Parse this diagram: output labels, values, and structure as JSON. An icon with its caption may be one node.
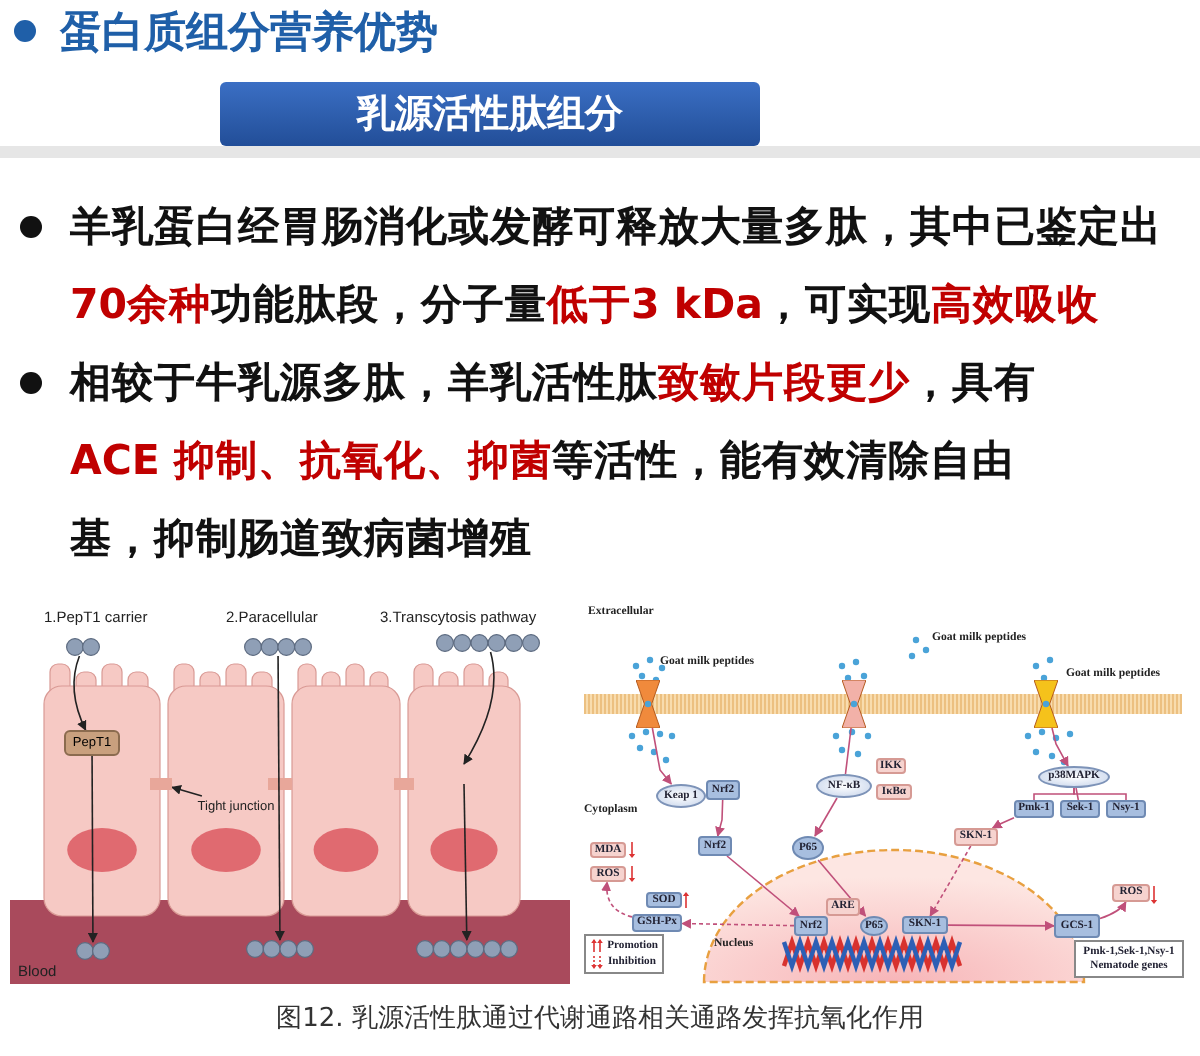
{
  "diagram": {
    "title": "蛋白质组分营养优势",
    "caption": "图12. 乳源活性肽通过代谢通路相关通路发挥抗氧化作用",
    "nodes": [
      {
        "text": [
          "乳源活性肽组分"
        ]
      },
      {
        "text": [
          "PepT1"
        ]
      },
      {
        "text": [],
        "shape": "circle"
      },
      {
        "text": [],
        "shape": "circle"
      },
      {
        "text": [],
        "shape": "circle"
      },
      {
        "text": [],
        "shape": "circle"
      },
      {
        "text": [],
        "shape": "circle"
      },
      {
        "text": [],
        "shape": "circle"
      },
      {
        "text": [
          "Tight junction"
        ]
      },
      {
        "text": [],
        "shape": "box"
      },
      {
        "text": [],
        "shape": "picture"
      },
      {
        "text": [],
        "shape": "picture"
      },
      {
        "text": [],
        "shape": "picture"
      },
      {
        "text": [
          "Keap 1"
        ]
      },
      {
        "text": [
          "Nrf2"
        ]
      },
      {
        "text": [
          "Nrf2"
        ]
      },
      {
        "text": [
          "NF-κB"
        ]
      },
      {
        "text": [
          "IKK"
        ]
      },
      {
        "text": [
          "IκBα"
        ]
      },
      {
        "text": [
          "P65"
        ]
      },
      {
        "text": [
          "p38MAPK"
        ]
      },
      {
        "text": [
          "Pmk-1"
        ]
      },
      {
        "text": [
          "Sek-1"
        ]
      },
      {
        "text": [
          "Nsy-1"
        ]
      },
      {
        "text": [
          "SKN-1"
        ]
      },
      {
        "text": [
          "MDA"
        ]
      },
      {
        "text": [
          "ROS"
        ]
      },
      {
        "text": [
          "SOD"
        ]
      },
      {
        "text": [
          "GSH-Px"
        ]
      },
      {
        "text": [
          "Nrf2"
        ]
      },
      {
        "text": [
          "ARE"
        ]
      },
      {
        "text": [
          "P65"
        ]
      },
      {
        "text": [
          "SKN-1"
        ]
      },
      {
        "text": [
          "GCS-1"
        ]
      },
      {
        "text": [
          "ROS"
        ]
      },
      {
        "text": [
          "Pmk-1,Sek-1,Nsy-1",
          "Nematode genes"
        ]
      }
    ],
    "edges": [
      {
        "from": 2,
        "to": 1,
        "arrow": "to",
        "color": "#222222"
      },
      {
        "from": 1,
        "to": 5,
        "arrow": "to",
        "color": "#222222"
      },
      {
        "from": 3,
        "to": 6,
        "arrow": "to",
        "color": "#222222"
      },
      {
        "from": 4,
        "to": null,
        "arrow": "to",
        "color": "#222222"
      },
      {
        "from": null,
        "to": 7,
        "arrow": "to",
        "color": "#222222"
      },
      {
        "from": 8,
        "to": 9,
        "arrow": "to",
        "color": "#222222"
      },
      {
        "from": 10,
        "to": 13,
        "arrow": "to"
      },
      {
        "from": 11,
        "to": 16,
        "arrow": "none"
      },
      {
        "from": 12,
        "to": 20,
        "arrow": "to"
      },
      {
        "from": 14,
        "to": 15,
        "arrow": "to"
      },
      {
        "from": 15,
        "to": 29,
        "arrow": "to"
      },
      {
        "from": 16,
        "to": 19,
        "arrow": "to"
      },
      {
        "from": 19,
        "to": 31,
        "arrow": "to"
      },
      {
        "from": 20,
        "to": 21,
        "arrow": "none"
      },
      {
        "from": 20,
        "to": 22,
        "arrow": "none"
      },
      {
        "from": 20,
        "to": 23,
        "arrow": "none"
      },
      {
        "from": 21,
        "to": 24,
        "arrow": "to"
      },
      {
        "from": 24,
        "to": 32,
        "arrow": "to",
        "style": "dashed"
      },
      {
        "from": 32,
        "to": 33,
        "arrow": "to"
      },
      {
        "from": 33,
        "to": 34,
        "arrow": "to"
      },
      {
        "from": 29,
        "to": 28,
        "arrow": "to",
        "style": "dashed"
      },
      {
        "from": 28,
        "to": 26,
        "arrow": "to",
        "style": "dashed"
      }
    ],
    "labels": [
      "羊乳蛋白经胃肠消化或发酵可释放大量多肽，其中已鉴定出**70余种**功能肽段，分子量**低于3 kDa**，可实现**高效吸收**",
      "相较于牛乳源多肽，羊乳活性肽**致敏片段更少**，具有**ACE 抑制、抗氧化、抑菌**等活性，能有效清除自由基，抑制肠道致病菌增殖",
      "1.PepT1 carrier",
      "2.Paracellular",
      "3.Transcytosis pathway",
      "Blood",
      "Extracellular",
      "Goat milk peptides",
      "Goat milk peptides",
      "Goat milk peptides",
      "Cytoplasm",
      "Nucleus"
    ],
    "legend": [
      {
        "text": "Promotion"
      },
      {
        "text": "Inhibition"
      }
    ]
  }
}
